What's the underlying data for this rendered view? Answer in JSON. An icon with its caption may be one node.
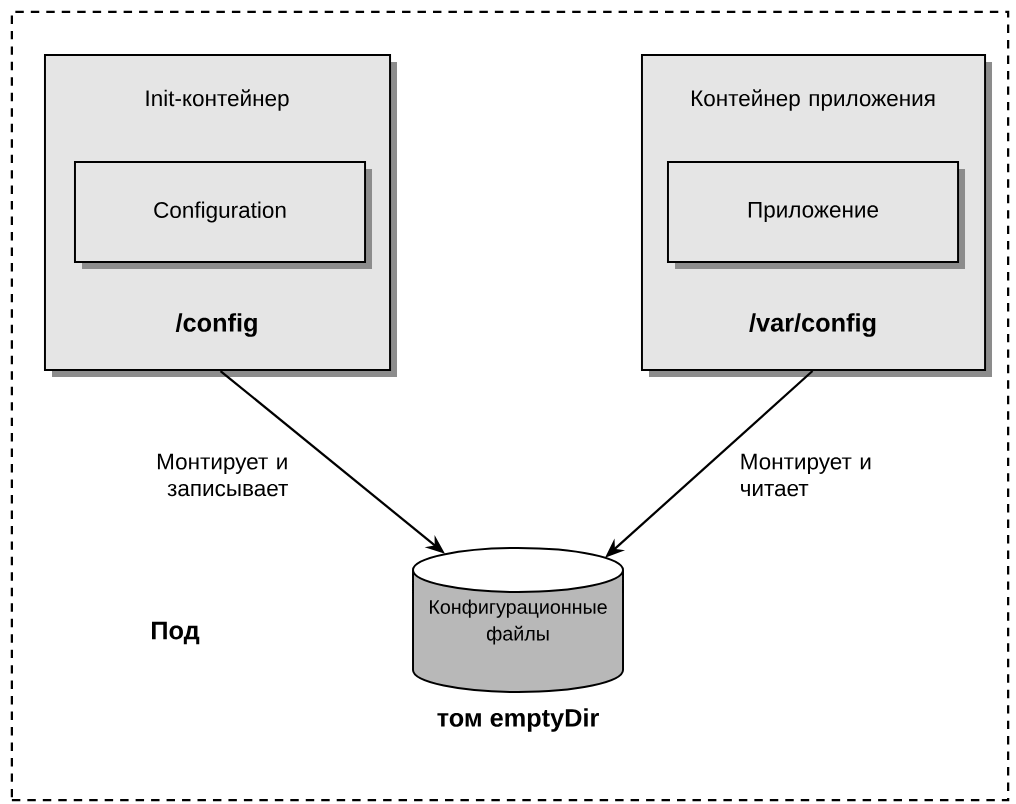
{
  "diagram": {
    "nodes": [
      {
        "text": [
          "Под"
        ]
      },
      {
        "text": [
          "Init-контейнер",
          "/config"
        ],
        "in": 0
      },
      {
        "text": [
          "Configuration"
        ],
        "in": 1
      },
      {
        "text": [
          "Контейнер приложения",
          "/var/config"
        ],
        "in": 0
      },
      {
        "text": [
          "Приложение"
        ],
        "in": 3
      },
      {
        "text": [
          "Конфигурационные файлы"
        ],
        "beside": [
          "том emptyDir"
        ],
        "in": 0
      }
    ],
    "edges": [
      {
        "from": 1,
        "to": 5,
        "arrow": "to",
        "label": "Монтирует и записывает"
      },
      {
        "from": 3,
        "to": 5,
        "arrow": "to",
        "label": "Монтирует и читает"
      }
    ]
  }
}
